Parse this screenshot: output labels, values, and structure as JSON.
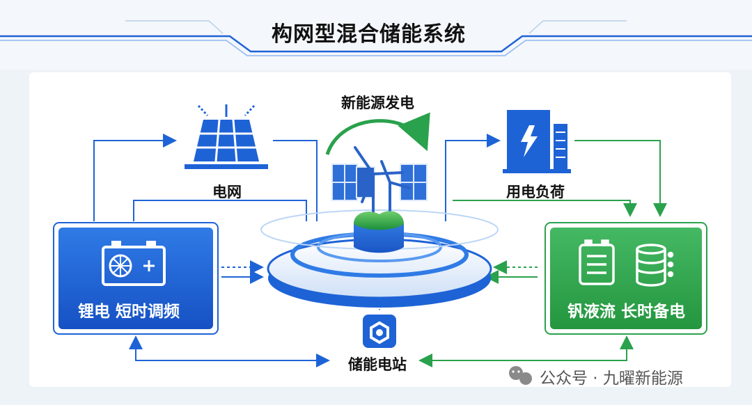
{
  "title": "构网型混合储能系统",
  "nodes": {
    "grid": {
      "label": "电网"
    },
    "renewable": {
      "label": "新能源发电"
    },
    "load": {
      "label": "用电负荷"
    },
    "lithium": {
      "label": "锂电 短时调频"
    },
    "vanadium": {
      "label": "钒液流 长时备电"
    },
    "station": {
      "label": "储能电站"
    }
  },
  "watermark": "公众号 · 九曜新能源",
  "colors": {
    "blue": "#1e63d6",
    "green": "#2aa14c",
    "lightblue": "#dbe9fb"
  }
}
